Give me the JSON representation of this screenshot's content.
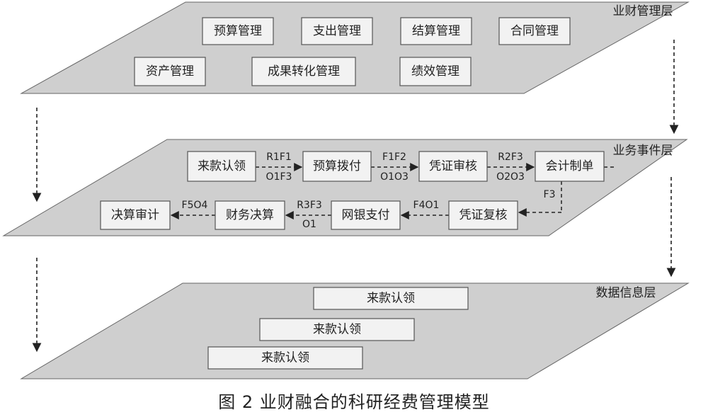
{
  "layers": {
    "finance": {
      "title": "业财管理层",
      "boxes": [
        "预算管理",
        "支出管理",
        "结算管理",
        "合同管理",
        "资产管理",
        "成果转化管理",
        "绩效管理"
      ]
    },
    "business": {
      "title": "业务事件层",
      "nodes": [
        "来款认领",
        "预算拨付",
        "凭证审核",
        "会计制单",
        "凭证复核",
        "网银支付",
        "财务决算",
        "决算审计"
      ],
      "edges": [
        {
          "top": "R1F1",
          "bottom": "O1F3"
        },
        {
          "top": "F1F2",
          "bottom": "O1O3"
        },
        {
          "top": "R2F3",
          "bottom": "O2O3"
        },
        {
          "side": "F3"
        },
        {
          "top": "F4O1"
        },
        {
          "top": "R3F3",
          "bottom": "O1"
        },
        {
          "top": "F5O4"
        }
      ]
    },
    "data": {
      "title": "数据信息层",
      "records": [
        "来款认领",
        "来款认领",
        "来款认领"
      ]
    }
  },
  "caption": "图 2   业财融合的科研经费管理模型",
  "colors": {
    "plane_fill": "#cfcfcf",
    "plane_stroke": "#666666",
    "box_fill": "#f2f2f2",
    "box_stroke": "#555555",
    "arrow": "#222222",
    "text": "#222222"
  }
}
